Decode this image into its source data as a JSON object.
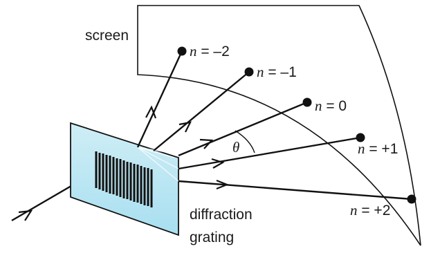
{
  "labels": {
    "screen": "screen",
    "grating_line1": "diffraction",
    "grating_line2": "grating",
    "theta": "θ"
  },
  "orders": [
    {
      "var": "n",
      "rest": " = –2"
    },
    {
      "var": "n",
      "rest": " = –1"
    },
    {
      "var": "n",
      "rest": " = 0"
    },
    {
      "var": "n",
      "rest": " = +1"
    },
    {
      "var": "n",
      "rest": " = +2"
    }
  ],
  "colors": {
    "line": "#111111",
    "grating_fill_top": "#c9ecf4",
    "grating_fill_bottom": "#8fd3e8"
  }
}
